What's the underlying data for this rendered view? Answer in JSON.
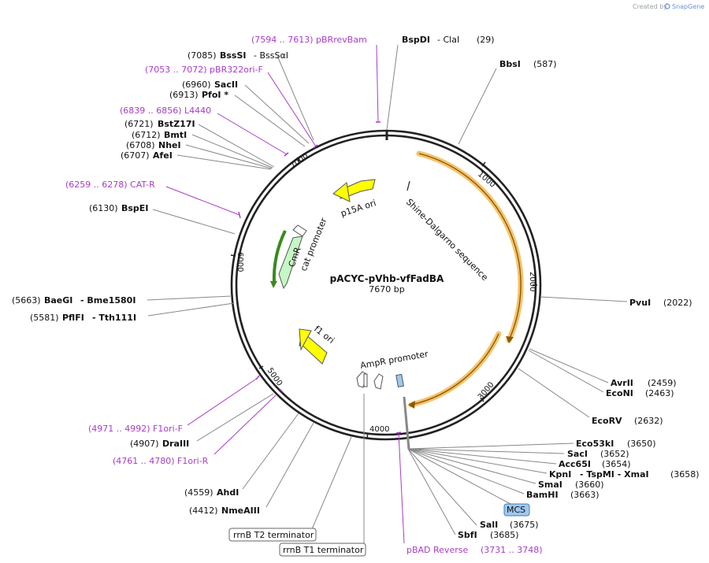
{
  "credit": {
    "prefix": "Created by",
    "brand": "SnapGene"
  },
  "plasmid": {
    "name": "pACYC-pVhb-vfFadBA",
    "length": "7670 bp"
  },
  "ticks": [
    "1000",
    "2000",
    "3000",
    "4000",
    "5000",
    "6000",
    "7000"
  ],
  "features": {
    "shine_dalgarno": "Shine-Dalgarno sequence",
    "p15a_ori": "p15A ori",
    "cat_promoter": "cat promoter",
    "cmr": "CmR",
    "f1_ori": "f1 ori",
    "ampr_promoter": "AmpR promoter",
    "mcs": "MCS",
    "rrnb_t2": "rrnB T2 terminator",
    "rrnb_t1": "rrnB T1 terminator"
  },
  "sites": [
    {
      "id": "pbrrevbam",
      "text": "(7594 .. 7613)  pBRrevBam",
      "kind": "primer"
    },
    {
      "id": "bspdi",
      "name": "BspDI",
      "extra": "-  ClaI",
      "pos": "(29)"
    },
    {
      "id": "bbsi",
      "name": "BbsI",
      "pos": "(587)"
    },
    {
      "id": "bsssi",
      "pos": "(7085)",
      "name": "BssSI",
      "extra": "-  BssSαI"
    },
    {
      "id": "pbr322ori",
      "text": "(7053 .. 7072)  pBR322ori-F",
      "kind": "primer"
    },
    {
      "id": "sacii",
      "pos": "(6960)",
      "name": "SacII"
    },
    {
      "id": "pfoi",
      "pos": "(6913)",
      "name": "PfoI *"
    },
    {
      "id": "l4440",
      "text": "(6839 .. 6856)  L4440",
      "kind": "primer"
    },
    {
      "id": "bstz17i",
      "pos": "(6721)",
      "name": "BstZ17I"
    },
    {
      "id": "bmti",
      "pos": "(6712)",
      "name": "BmtI"
    },
    {
      "id": "nhei",
      "pos": "(6708)",
      "name": "NheI"
    },
    {
      "id": "afei",
      "pos": "(6707)",
      "name": "AfeI"
    },
    {
      "id": "catr",
      "text": "(6259 .. 6278)  CAT-R",
      "kind": "primer"
    },
    {
      "id": "bspei",
      "pos": "(6130)",
      "name": "BspEI"
    },
    {
      "id": "baegi",
      "pos": "(5663)",
      "name": "BaeGI",
      "extra": "-  Bme1580I"
    },
    {
      "id": "pflfi",
      "pos": "(5581)",
      "name": "PflFI",
      "extra": "-  Tth111I"
    },
    {
      "id": "pvui",
      "name": "PvuI",
      "pos": "(2022)"
    },
    {
      "id": "avrii",
      "name": "AvrII",
      "pos": "(2459)"
    },
    {
      "id": "econi",
      "name": "EcoNI",
      "pos": "(2463)"
    },
    {
      "id": "ecorv",
      "name": "EcoRV",
      "pos": "(2632)"
    },
    {
      "id": "f1orif",
      "text": "(4971 .. 4992)  F1ori-F",
      "kind": "primer"
    },
    {
      "id": "draiii",
      "pos": "(4907)",
      "name": "DraIII"
    },
    {
      "id": "f1orir",
      "text": "(4761 .. 4780)  F1ori-R",
      "kind": "primer"
    },
    {
      "id": "ahdi",
      "pos": "(4559)",
      "name": "AhdI"
    },
    {
      "id": "nmeaiii",
      "pos": "(4412)",
      "name": "NmeAIII"
    },
    {
      "id": "eco53ki",
      "name": "Eco53kI",
      "pos": "(3650)"
    },
    {
      "id": "saci",
      "name": "SacI",
      "pos": "(3652)"
    },
    {
      "id": "acc65i",
      "name": "Acc65I",
      "pos": "(3654)"
    },
    {
      "id": "kpni",
      "name": "KpnI",
      "extra": "-  TspMI  -  XmaI",
      "pos": "(3658)"
    },
    {
      "id": "smai",
      "name": "SmaI",
      "pos": "(3660)"
    },
    {
      "id": "bamhi",
      "name": "BamHI",
      "pos": "(3663)"
    },
    {
      "id": "sali",
      "name": "SalI",
      "pos": "(3675)"
    },
    {
      "id": "sbfi",
      "name": "SbfI",
      "pos": "(3685)"
    },
    {
      "id": "pbadrev",
      "text": "pBAD Reverse",
      "pos": "(3731 .. 3748)",
      "kind": "primer"
    }
  ],
  "colors": {
    "backbone": "#222222",
    "primer": "#a63dc8",
    "yellow": "#ffff00",
    "orange_glow": "#f5c26b",
    "cmr_fill": "#c6f7c6",
    "mcs_fill": "#9fc8f0"
  }
}
